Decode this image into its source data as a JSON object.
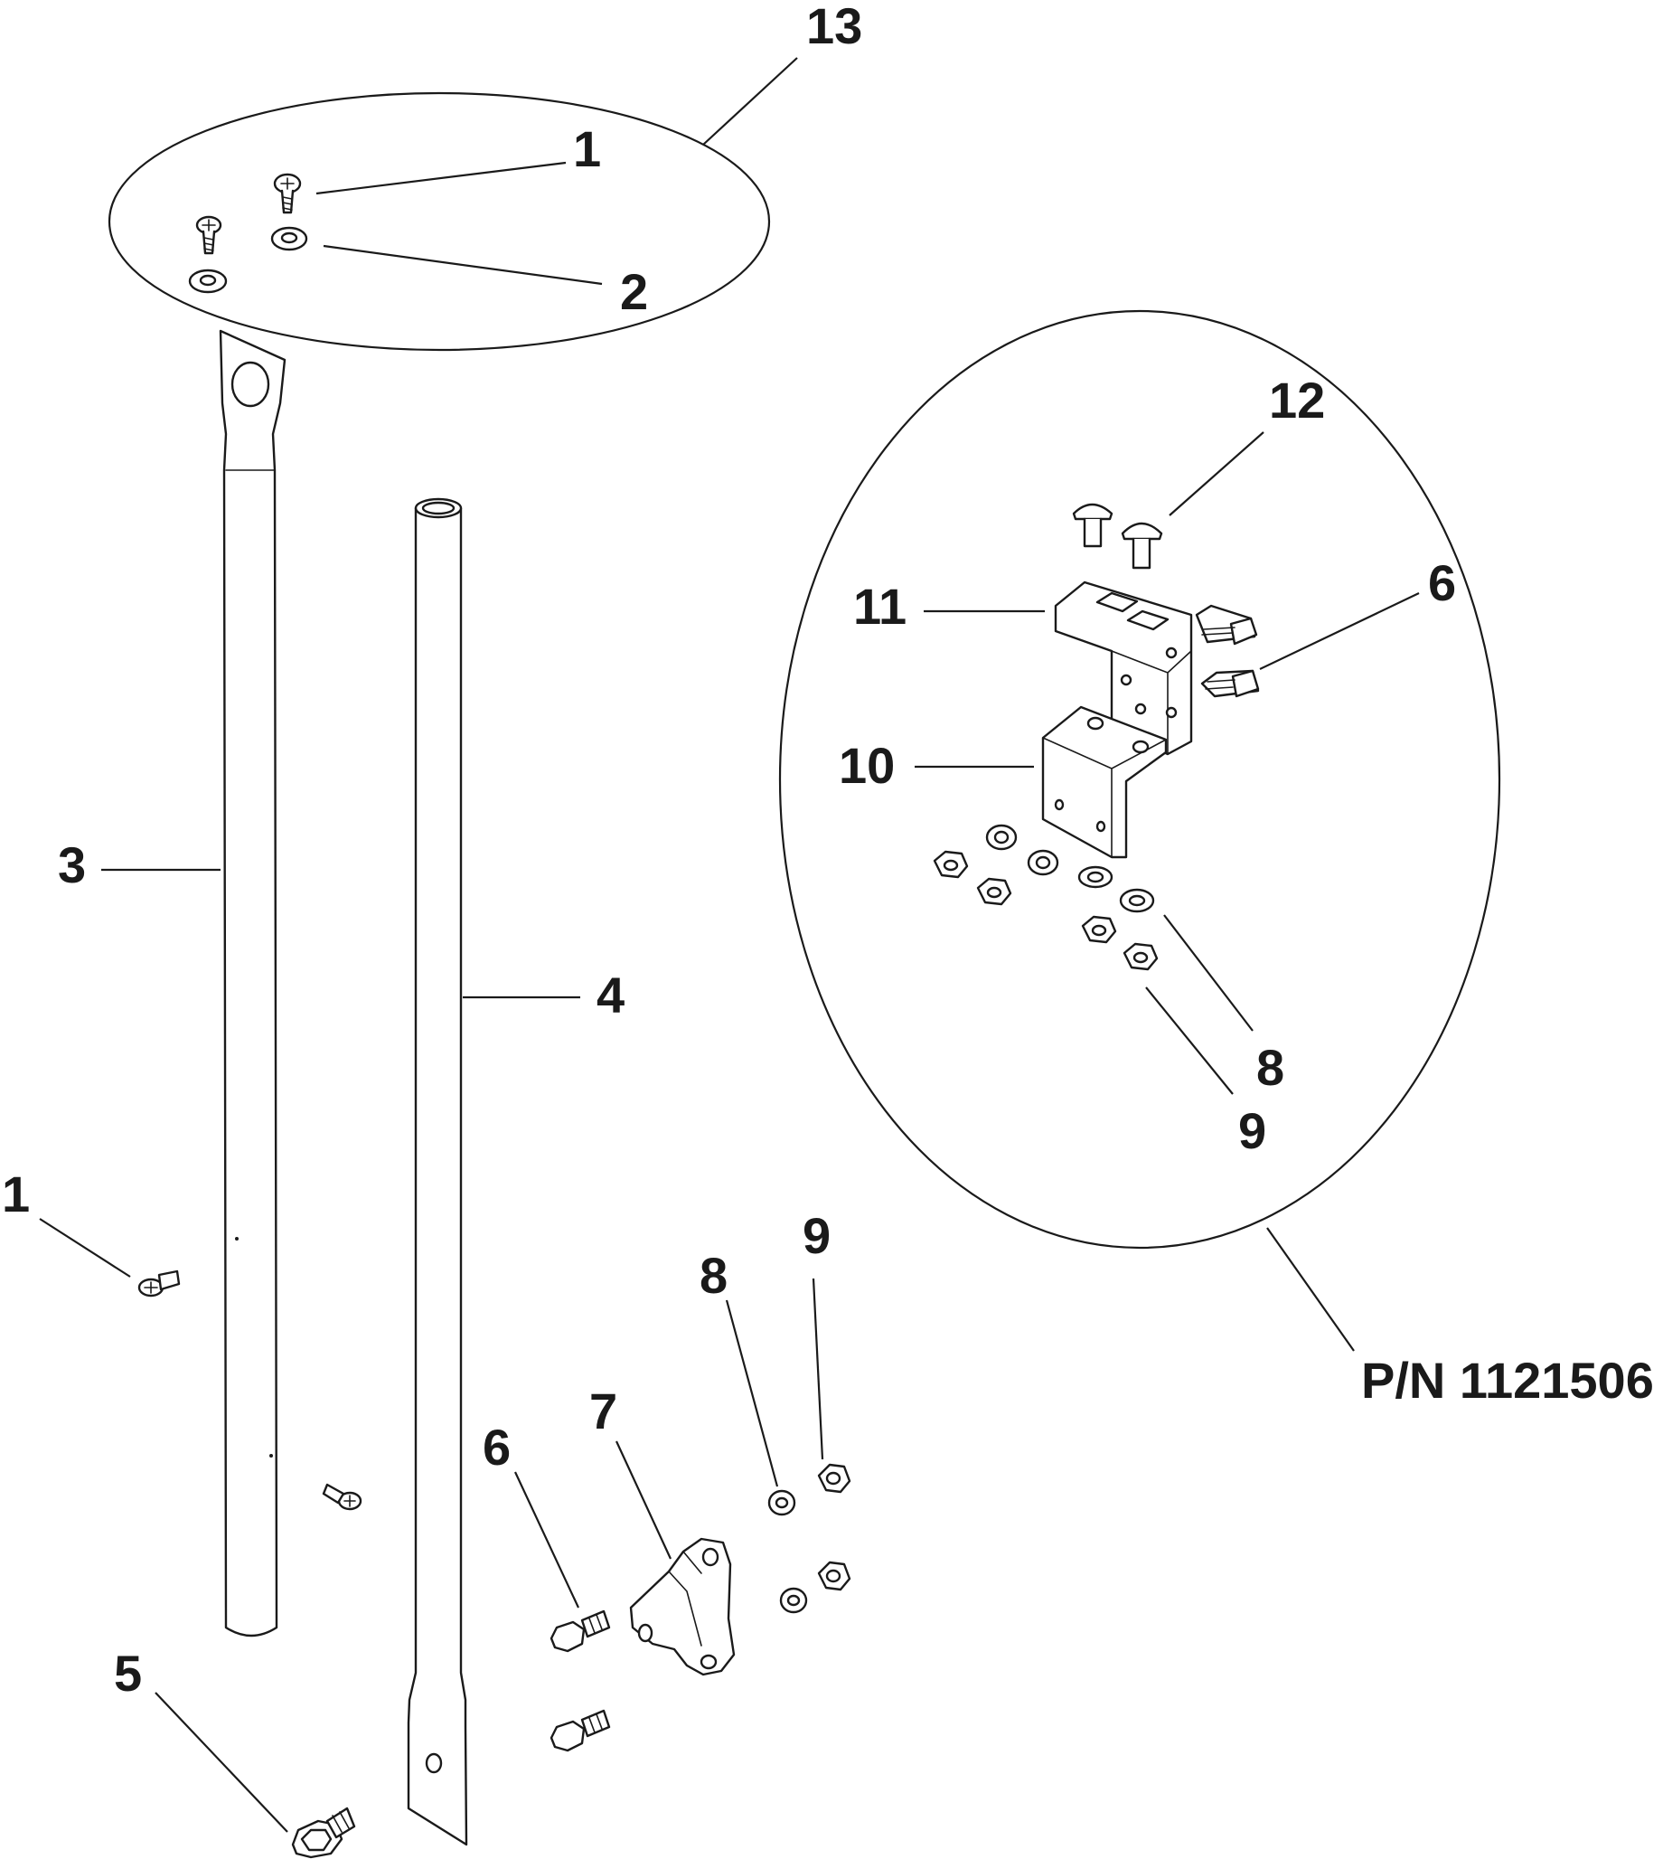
{
  "callouts": {
    "c13": "13",
    "c1_top": "1",
    "c2": "2",
    "c12": "12",
    "c11": "11",
    "c6_detail": "6",
    "c10": "10",
    "c3": "3",
    "c4": "4",
    "c8_detail": "8",
    "c9_detail": "9",
    "c1_left": "1",
    "c9_lower": "9",
    "c8_lower": "8",
    "c7": "7",
    "c6_lower": "6",
    "c5": "5",
    "part_number": "P/N 1121506"
  }
}
